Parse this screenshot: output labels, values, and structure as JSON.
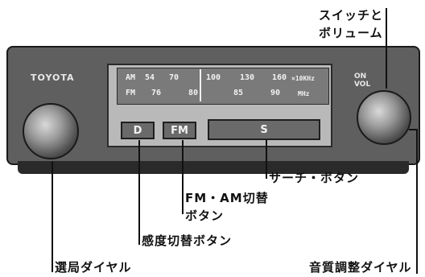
{
  "labels": {
    "switch_volume_line1": "スイッチと",
    "switch_volume_line2": "ボリューム",
    "search_button": "サーチ・ボタン",
    "fm_am_line1": "FM・AM切替",
    "fm_am_line2": "ボタン",
    "sensitivity_button": "感度切替ボタン",
    "tuning_dial": "選局ダイヤル",
    "tone_dial": "音質調整ダイヤル"
  },
  "radio": {
    "brand": "TOYOTA",
    "am_band": "AM",
    "am_scale": [
      "54",
      "70",
      "100",
      "130",
      "160"
    ],
    "am_unit": "×10KHz",
    "fm_band": "FM",
    "fm_scale": [
      "76",
      "80",
      "85",
      "90"
    ],
    "fm_unit": "MHz",
    "button_dx": "D",
    "button_fm": "FM",
    "button_seek": "S",
    "vol_label_1": "ON",
    "vol_label_2": "VOL"
  }
}
